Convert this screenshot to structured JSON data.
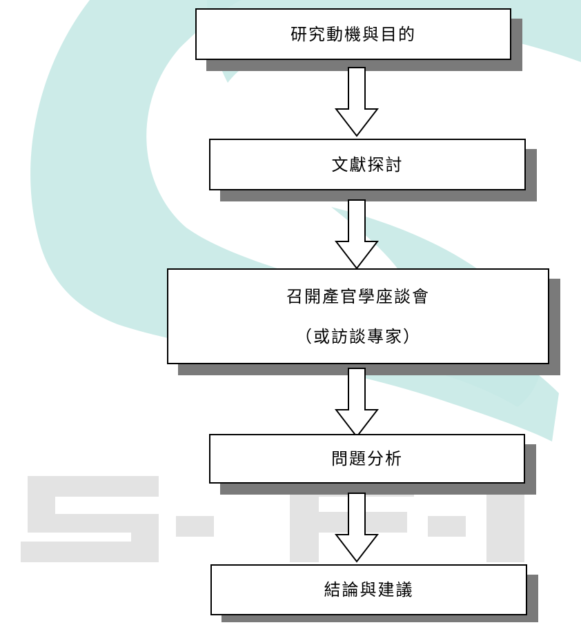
{
  "watermark": {
    "letters": [
      "S",
      "-",
      "F",
      "-",
      "I"
    ],
    "teal_color": "#c6e9e6",
    "gray_color": "#e3e3e3"
  },
  "flowchart": {
    "steps": [
      {
        "id": "step-1",
        "text": "研究動機與目的"
      },
      {
        "id": "step-2",
        "text": "文獻探討"
      },
      {
        "id": "step-3",
        "text": "召開產官學座談會",
        "text2": "（或訪談專家）"
      },
      {
        "id": "step-4",
        "text": "問題分析"
      },
      {
        "id": "step-5",
        "text": "結論與建議"
      }
    ]
  }
}
